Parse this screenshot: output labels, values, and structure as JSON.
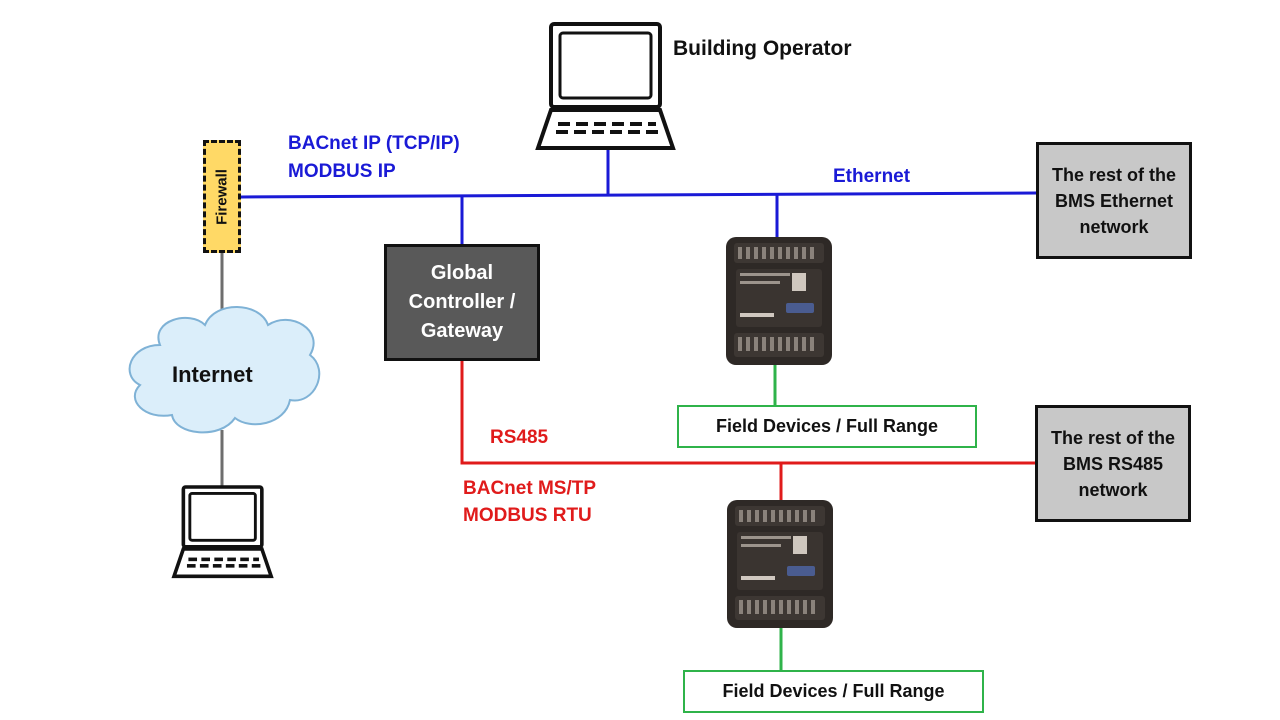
{
  "colors": {
    "ethernet": "#1a1ad6",
    "rs485": "#e01b1b",
    "field_border": "#2fb34a",
    "firewall_fill": "#ffd966",
    "gateway_fill": "#595959",
    "rest_fill": "#c8c8c8",
    "cloud_fill": "#dbeefa"
  },
  "labels": {
    "building_operator": "Building Operator",
    "bacnet_ip": "BACnet IP (TCP/IP)",
    "modbus_ip": "MODBUS IP",
    "ethernet": "Ethernet",
    "rs485": "RS485",
    "bacnet_mstp": "BACnet MS/TP",
    "modbus_rtu": "MODBUS RTU",
    "internet": "Internet",
    "firewall": "Firewall"
  },
  "boxes": {
    "gateway": "Global\nController /\nGateway",
    "rest_ethernet": "The rest of the\nBMS Ethernet\nnetwork",
    "rest_rs485": "The rest of the\nBMS RS485\nnetwork",
    "field_devices_1": "Field Devices / Full Range",
    "field_devices_2": "Field Devices / Full Range"
  },
  "icons": [
    "laptop-icon",
    "controller-device-icon",
    "cloud-icon"
  ]
}
